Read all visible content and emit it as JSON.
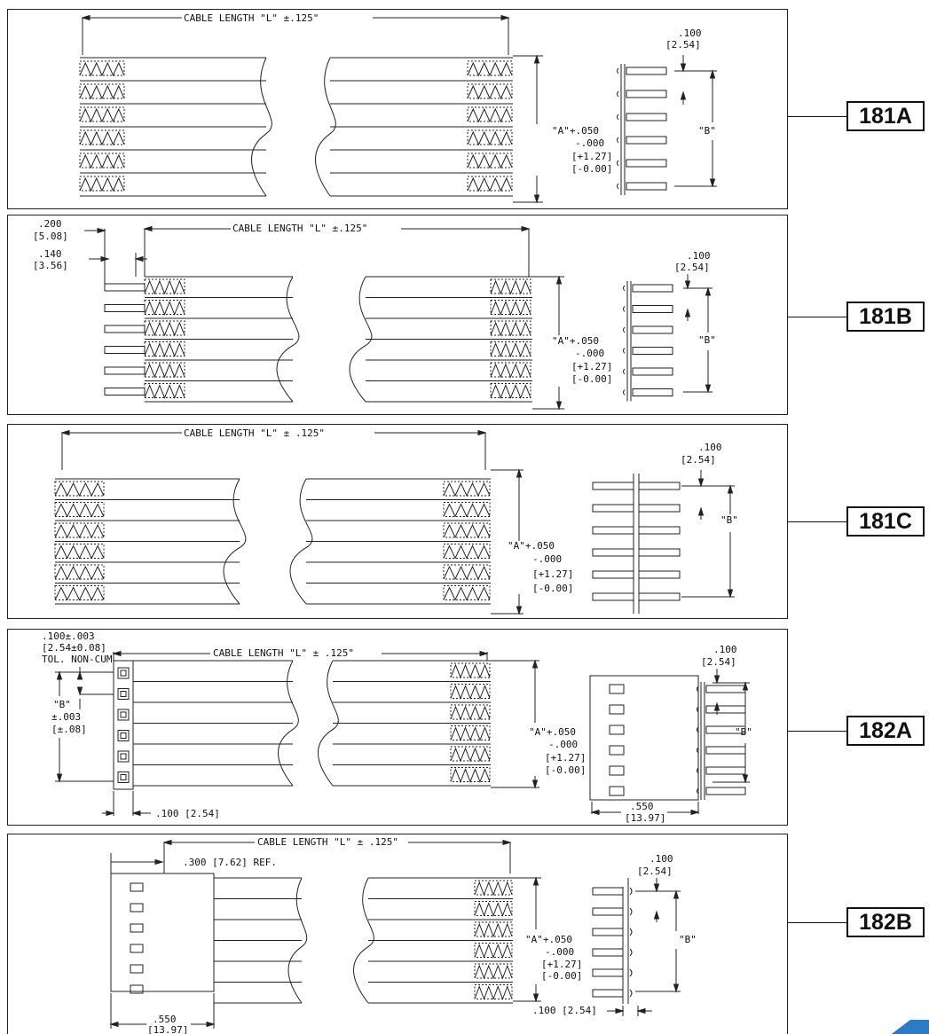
{
  "panels": [
    {
      "id": "181A",
      "cable_length": "CABLE LENGTH \"L\" ±.125\"",
      "pitch": ".100",
      "pitch_mm": "[2.54]",
      "dim_a": "\"A\"+.050",
      "dim_a_minus": "-.000",
      "dim_a_mm_plus": "[+1.27]",
      "dim_a_mm_minus": "[-0.00]",
      "dim_b": "\"B\""
    },
    {
      "id": "181B",
      "cable_length": "CABLE LENGTH \"L\" ±.125\"",
      "offset_outer": ".200",
      "offset_outer_mm": "[5.08]",
      "offset_inner": ".140",
      "offset_inner_mm": "[3.56]",
      "pitch": ".100",
      "pitch_mm": "[2.54]",
      "dim_a": "\"A\"+.050",
      "dim_a_minus": "-.000",
      "dim_a_mm_plus": "[+1.27]",
      "dim_a_mm_minus": "[-0.00]",
      "dim_b": "\"B\""
    },
    {
      "id": "181C",
      "cable_length": "CABLE LENGTH \"L\" ± .125\"",
      "pitch": ".100",
      "pitch_mm": "[2.54]",
      "dim_a": "\"A\"+.050",
      "dim_a_minus": "-.000",
      "dim_a_mm_plus": "[+1.27]",
      "dim_a_mm_minus": "[-0.00]",
      "dim_b": "\"B\""
    },
    {
      "id": "182A",
      "cable_length": "CABLE LENGTH \"L\" ± .125\"",
      "tol_1": ".100±.003",
      "tol_2": "[2.54±0.08]",
      "tol_3": "TOL. NON-CUM",
      "b_left": "\"B\"",
      "b_left_tol": "±.003",
      "b_left_tol_mm": "[±.08]",
      "bottom_pitch": ".100 [2.54]",
      "housing_width": ".550",
      "housing_width_mm": "[13.97]",
      "pitch": ".100",
      "pitch_mm": "[2.54]",
      "dim_a": "\"A\"+.050",
      "dim_a_minus": "-.000",
      "dim_a_mm_plus": "[+1.27]",
      "dim_a_mm_minus": "[-0.00]",
      "dim_b": "\"B\""
    },
    {
      "id": "182B",
      "cable_length": "CABLE LENGTH \"L\" ± .125\"",
      "ref": ".300 [7.62] REF.",
      "housing_width": ".550",
      "housing_width_mm": "[13.97]",
      "bottom_pitch": ".100 [2.54]",
      "pitch": ".100",
      "pitch_mm": "[2.54]",
      "dim_a": "\"A\"+.050",
      "dim_a_minus": "-.000",
      "dim_a_mm_plus": "[+1.27]",
      "dim_a_mm_minus": "[-0.00]",
      "dim_b": "\"B\""
    }
  ]
}
